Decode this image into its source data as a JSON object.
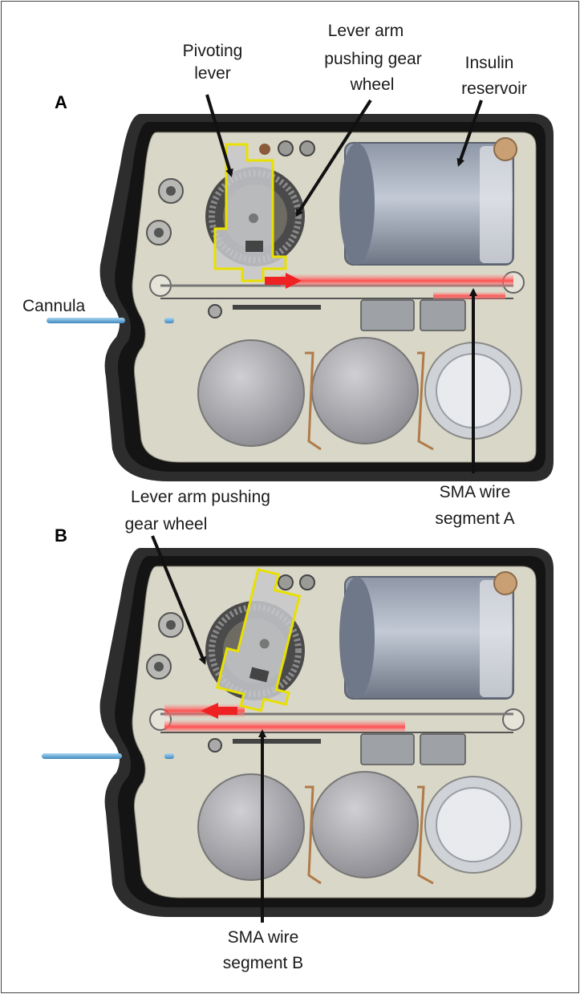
{
  "panels": [
    {
      "id": "A",
      "panel_label": "A",
      "labels": {
        "pivoting_lever": [
          "Pivoting",
          "lever"
        ],
        "lever_arm": [
          "Lever arm",
          "pushing gear",
          "wheel"
        ],
        "insulin_reservoir": [
          "Insulin",
          "reservoir"
        ],
        "cannula": [
          "Cannula"
        ],
        "sma_wire": [
          "SMA wire",
          "segment A"
        ]
      }
    },
    {
      "id": "B",
      "panel_label": "B",
      "labels": {
        "lever_arm": [
          "Lever arm pushing",
          "gear wheel"
        ],
        "sma_wire": [
          "SMA wire",
          "segment B"
        ]
      }
    }
  ],
  "colors": {
    "housing_outer": "#4a4a4a",
    "housing_inner": "#d8d6c6",
    "lever_outline": "#e8e000",
    "sma_wire_active": "#ff3a3a",
    "arrow_red": "#ee2222",
    "arrow_black": "#111111",
    "cannula": "#5aa8d8"
  },
  "icons": [
    "pump-housing",
    "gear-wheel",
    "insulin-reservoir",
    "battery",
    "spring-contact",
    "cannula-needle"
  ]
}
